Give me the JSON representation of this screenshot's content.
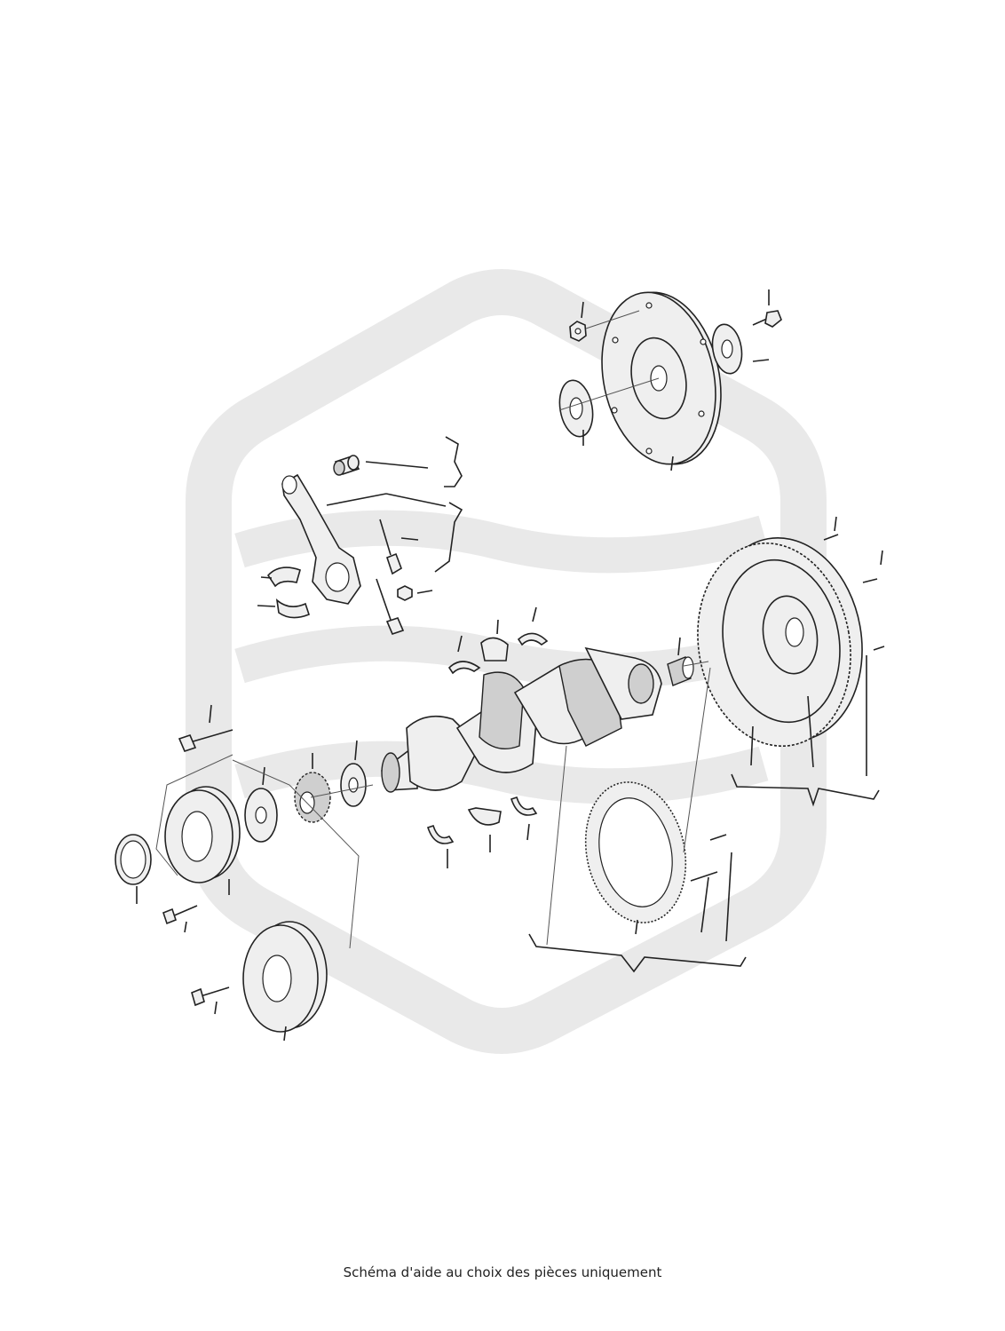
{
  "caption": "Schéma d'aide au choix des pièces uniquement",
  "colors": {
    "watermark": "#e6e6e6",
    "line": "#222222",
    "part_fill": "#efefef"
  },
  "parts": [
    "flywheel-plate",
    "flywheel-nut",
    "flywheel-bolt",
    "flywheel-washer-front",
    "flywheel-washer-rear",
    "connecting-rod",
    "small-end-bush",
    "rod-bolt",
    "rod-bolt-short",
    "rod-nut",
    "rod-bearing-upper",
    "rod-bearing-lower",
    "crankshaft",
    "main-bearing-shells",
    "thrust-washers",
    "pilot-bearing",
    "dual-mass-flywheel",
    "dowel-pin",
    "flywheel-bolt-right",
    "starter-ring-gear",
    "ring-gear-dowel",
    "ring-gear-bolt",
    "pulley-bolt",
    "crank-pulley",
    "seal-ring",
    "pulley-hub-plate",
    "timing-gear",
    "gear-washer",
    "pulley-bolt-lower",
    "crank-pulley-alt",
    "pulley-bolt-alt"
  ]
}
